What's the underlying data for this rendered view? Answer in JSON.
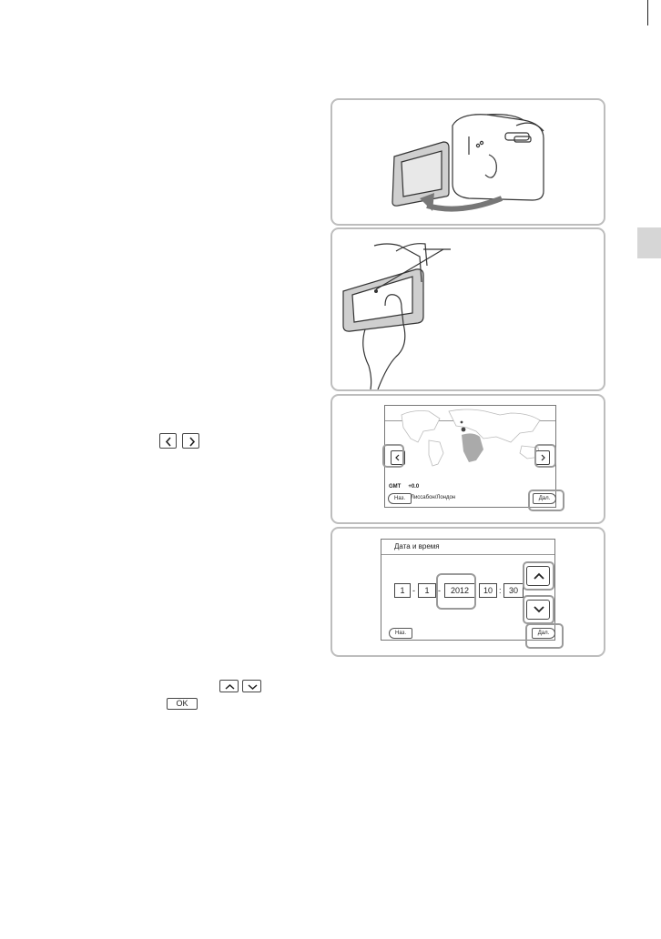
{
  "panel3": {
    "gmt_label": "GMT",
    "gmt_offset": "+0.0",
    "city": "Лиссабон/Лондон",
    "back_label": "Наз.",
    "next_label": "Дал."
  },
  "panel4": {
    "title": "Дата и время",
    "month": "1",
    "day": "1",
    "year": "2012",
    "hour": "10",
    "minute": "30",
    "back_label": "Наз.",
    "next_label": "Дал."
  },
  "inline_buttons": {
    "ok_label": "OK"
  }
}
